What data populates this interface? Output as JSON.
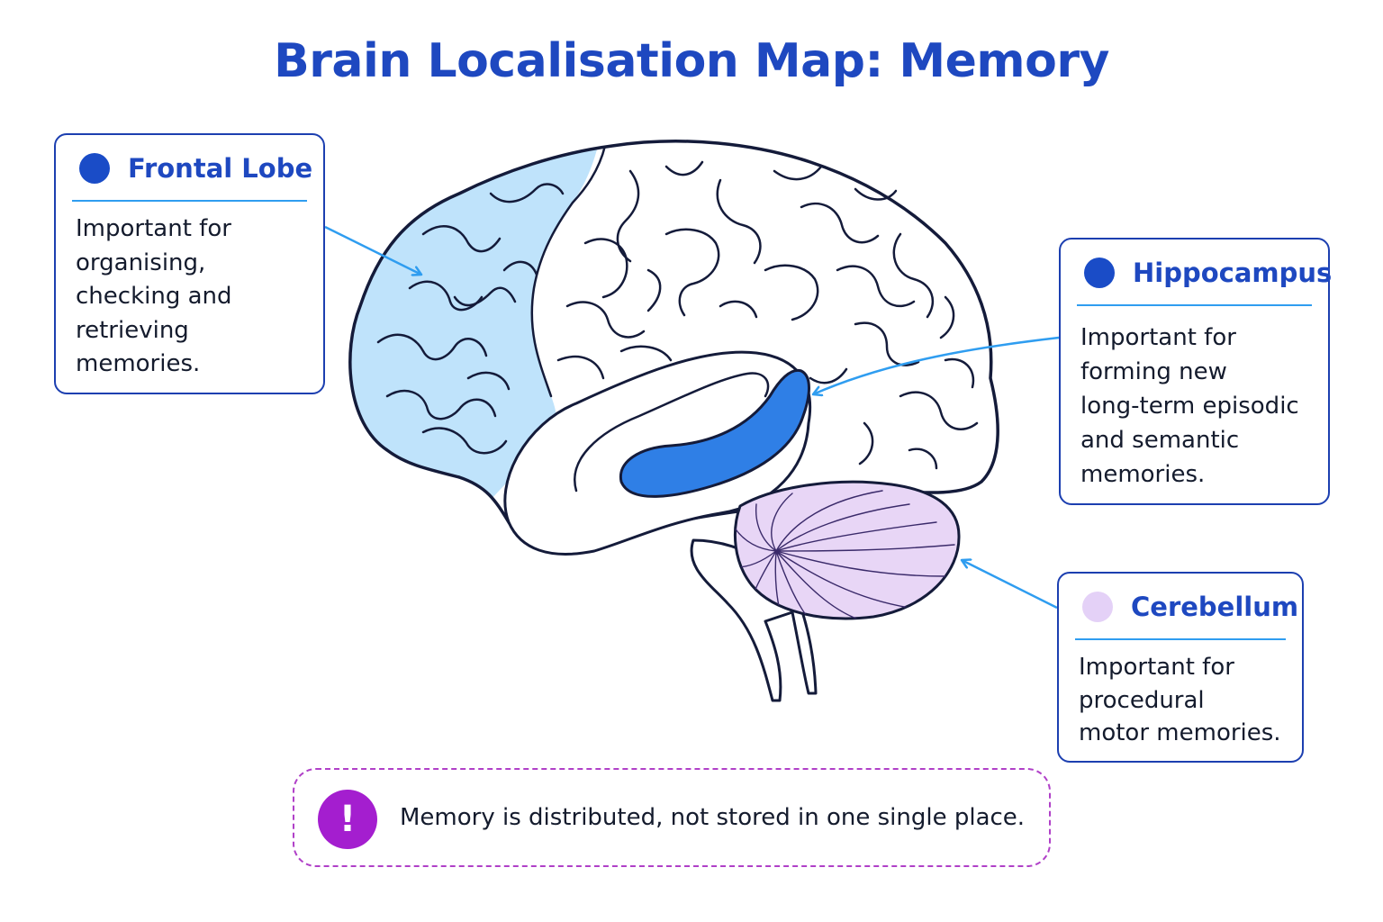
{
  "title": "Brain Localisation Map: Memory",
  "colors": {
    "title": "#1e48c0",
    "frontal_fill": "#bfe3fb",
    "hippocampus_fill": "#2f7fe6",
    "cerebellum_fill": "#e8d6f6",
    "outline": "#141b3a",
    "arrow": "#2f9df0",
    "note_border": "#b040c8",
    "note_icon": "#a41ecf"
  },
  "regions": [
    {
      "id": "frontal",
      "title": "Frontal Lobe",
      "dot_color": "#1a4cc7",
      "description": "Important for\norganising,\nchecking and\nretrieving\nmemories."
    },
    {
      "id": "hippocampus",
      "title": "Hippocampus",
      "dot_color": "#1a4cc7",
      "description": "Important for\nforming new\nlong-term episodic\nand semantic\nmemories."
    },
    {
      "id": "cerebellum",
      "title": "Cerebellum",
      "dot_color": "#e4d1f7",
      "description": "Important for\nprocedural\nmotor memories."
    }
  ],
  "note": {
    "icon": "exclamation-icon",
    "icon_glyph": "!",
    "text": "Memory is distributed, not stored in one single place."
  }
}
